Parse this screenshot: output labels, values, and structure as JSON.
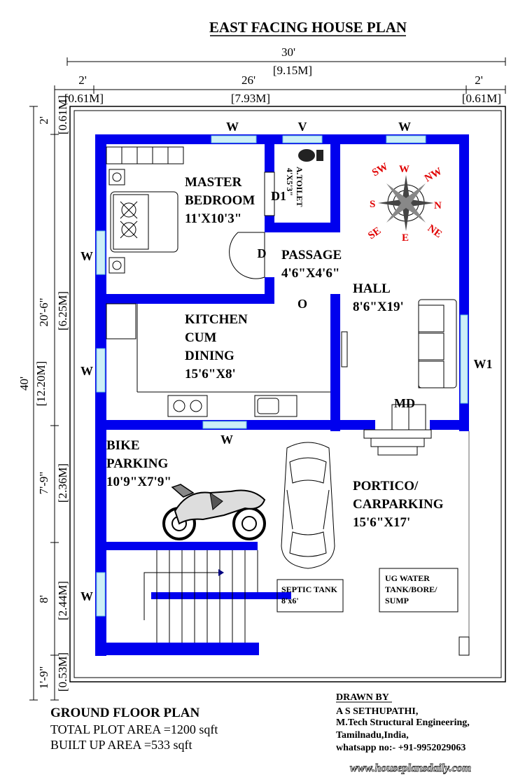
{
  "title": "EAST FACING HOUSE PLAN",
  "dimensions": {
    "top_total": "30'",
    "top_total_m": "[9.15M]",
    "top_left": "2'",
    "top_left_m": "[0.61M]",
    "top_mid": "26'",
    "top_mid_m": "[7.93M]",
    "top_right": "2'",
    "top_right_m": "[0.61M]",
    "left_total": "40'",
    "left_total_m": "[12.20M]",
    "left_1": "2'",
    "left_1_m": "[0.61M]",
    "left_2": "20'-6\"",
    "left_2_m": "[6.25M]",
    "left_3": "7'-9\"",
    "left_3_m": "[2.36M]",
    "left_4": "8'",
    "left_4_m": "[2.44M]",
    "left_5": "1'-9\"",
    "left_5_m": "[0.53M]"
  },
  "rooms": {
    "master_bedroom_1": "MASTER",
    "master_bedroom_2": "BEDROOM",
    "master_bedroom_size": "11'X10'3\"",
    "toilet": "A.TOILET",
    "toilet_size": "4'X5'3\"",
    "passage": "PASSAGE",
    "passage_size": "4'6\"X4'6\"",
    "hall": "HALL",
    "hall_size": "8'6\"X19'",
    "kitchen_1": "KITCHEN",
    "kitchen_2": "CUM",
    "kitchen_3": "DINING",
    "kitchen_size": "15'6\"X8'",
    "bike_1": "BIKE",
    "bike_2": "PARKING",
    "bike_size": "10'9\"X7'9\"",
    "portico_1": "PORTICO/",
    "portico_2": "CARPARKING",
    "portico_size": "15'6\"X17'",
    "septic_1": "SEPTIC TANK",
    "septic_2": "8'x6'",
    "ug_1": "UG WATER",
    "ug_2": "TANK/BORE/",
    "ug_3": "SUMP"
  },
  "openings": {
    "w_top_left": "W",
    "v_top": "V",
    "w_top_right": "W",
    "w_left_bed": "W",
    "w_left_kitchen": "W",
    "w_left_stair": "W",
    "w_bottom_kitchen": "W",
    "w1_right": "W1",
    "d1": "D1",
    "d": "D",
    "o": "O",
    "md": "MD"
  },
  "compass": {
    "sw": "SW",
    "w": "W",
    "nw": "NW",
    "s": "S",
    "n": "N",
    "se": "SE",
    "e": "E",
    "ne": "NE"
  },
  "footer": {
    "heading": "GROUND FLOOR PLAN",
    "plot_area": "TOTAL PLOT AREA =1200 sqft",
    "built_up": "BUILT UP AREA =533 sqft",
    "drawn_by": "DRAWN BY",
    "author": "A S SETHUPATHI,",
    "qualification": "M.Tech Structural Engineering,",
    "location": "Tamilnadu,India,",
    "contact": "whatsapp no:- +91-9952029063",
    "website": "www.houseplansdaily.com"
  },
  "colors": {
    "wall": "#0000ee",
    "window": "#cdeff7",
    "compass": "#e00000"
  }
}
